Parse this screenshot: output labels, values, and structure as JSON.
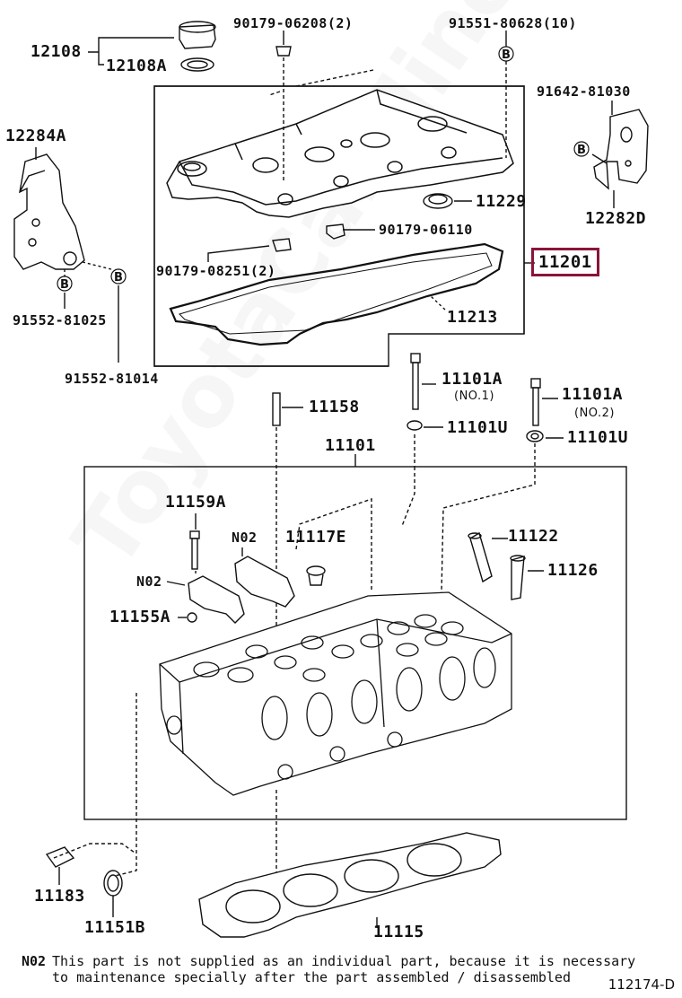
{
  "diagram": {
    "id": "112174-D",
    "watermark": "ToyotaCarMine",
    "highlight_color": "#8a1538",
    "note": {
      "key": "N02",
      "text": "This part is not supplied as an individual part, because it is necessary\nto maintenance specially after the part assembled / disassembled"
    },
    "callout_symbol": "B",
    "labels": {
      "p12108": "12108",
      "p12108a": "12108A",
      "p90179_06208": "90179-06208(2)",
      "p91551_80628": "91551-80628(10)",
      "p91642_81030": "91642-81030",
      "p12284a": "12284A",
      "p11229": "11229",
      "p90179_06110": "90179-06110",
      "p12282d": "12282D",
      "p90179_08251": "90179-08251(2)",
      "p11201": "11201",
      "p11213": "11213",
      "p91552_81025": "91552-81025",
      "p91552_81014": "91552-81014",
      "p11101a_1": "11101A",
      "p11101a_1_sub": "(NO.1)",
      "p11158": "11158",
      "p11101u_1": "11101U",
      "p11101a_2": "11101A",
      "p11101a_2_sub": "(NO.2)",
      "p11101u_2": "11101U",
      "p11101": "11101",
      "p11159a": "11159A",
      "pn02_1": "N02",
      "p11117e": "11117E",
      "p11122": "11122",
      "pn02_2": "N02",
      "p11126": "11126",
      "p11155a": "11155A",
      "p11183": "11183",
      "p11151b": "11151B",
      "p11115": "11115"
    }
  }
}
